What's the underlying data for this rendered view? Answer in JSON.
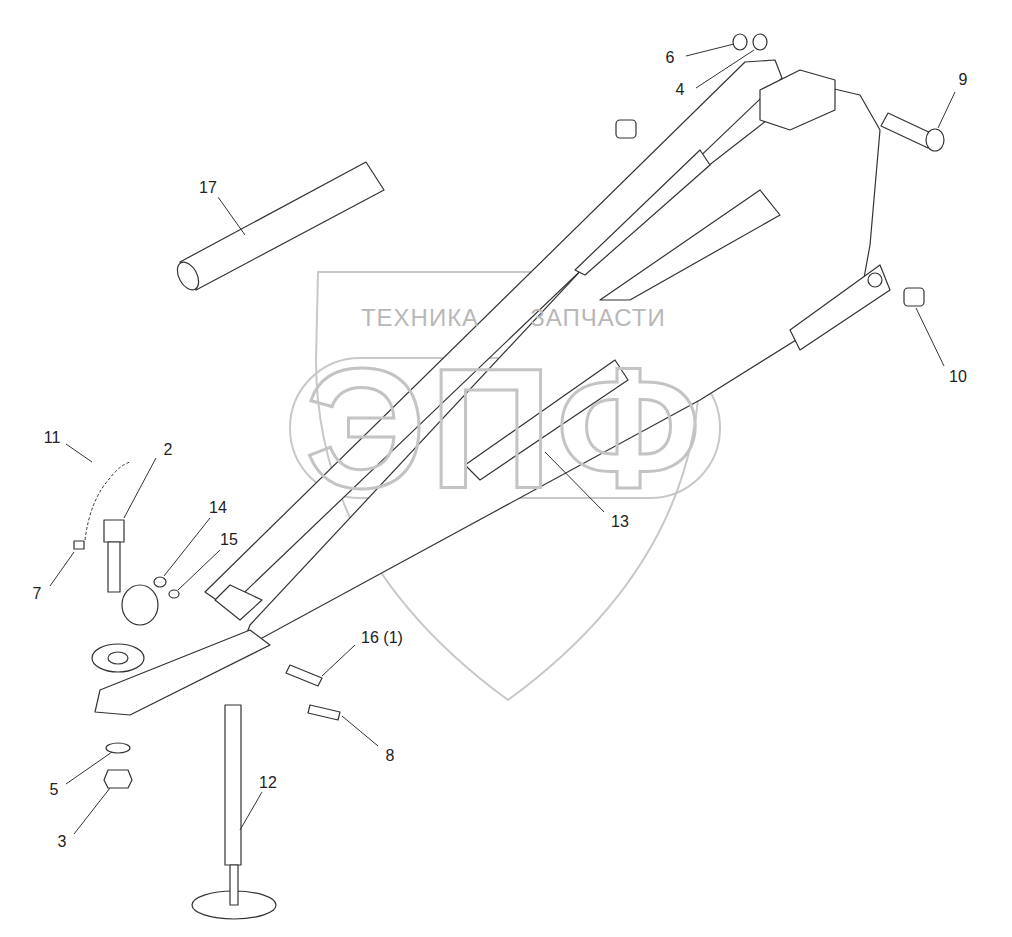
{
  "diagram": {
    "labels": [
      "17",
      "6",
      "4",
      "9",
      "10",
      "13",
      "11",
      "2",
      "14",
      "15",
      "7",
      "16 (1)",
      "8",
      "5",
      "3",
      "12",
      "ТЕХНИКА",
      "ЗАПЧАСТИ",
      "ЭПФ"
    ]
  }
}
